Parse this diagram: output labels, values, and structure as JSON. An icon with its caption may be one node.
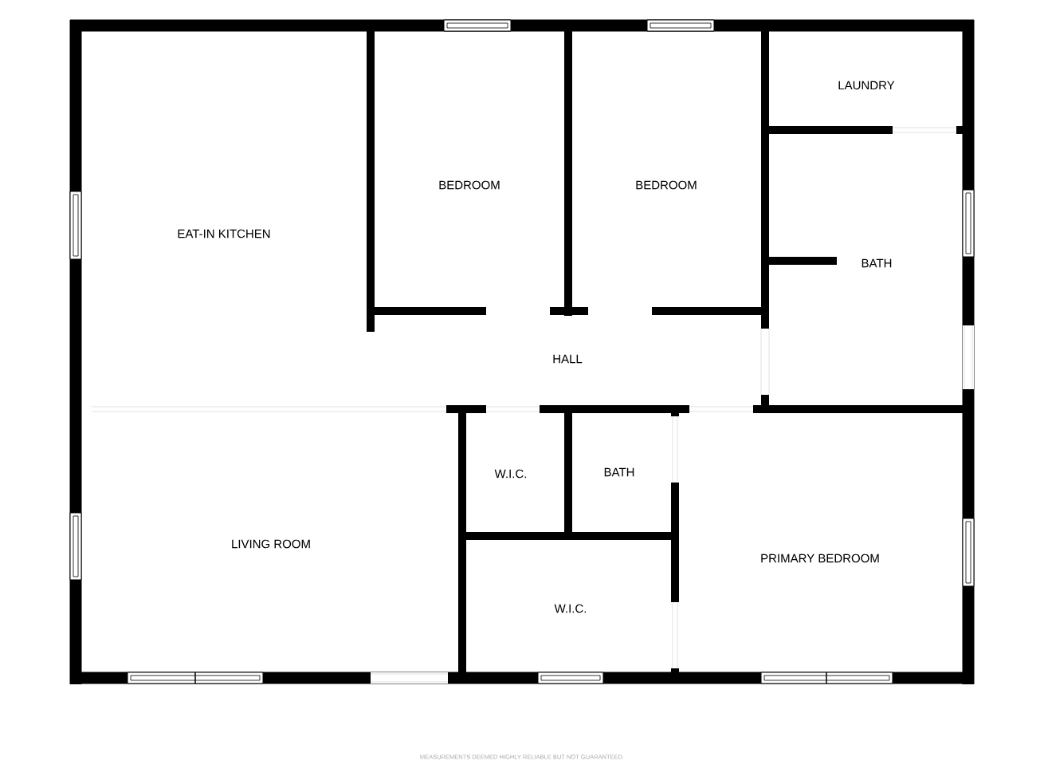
{
  "diagram": {
    "labels": [
      "LAUNDRY",
      "BEDROOM",
      "BEDROOM",
      "EAT-IN KITCHEN",
      "BATH",
      "HALL",
      "BATH",
      "W.I.C.",
      "LIVING ROOM",
      "PRIMARY BEDROOM",
      "W.I.C.",
      "MEASUREMENTS DEEMED HIGHLY RELIABLE BUT NOT GUARANTEED."
    ]
  }
}
